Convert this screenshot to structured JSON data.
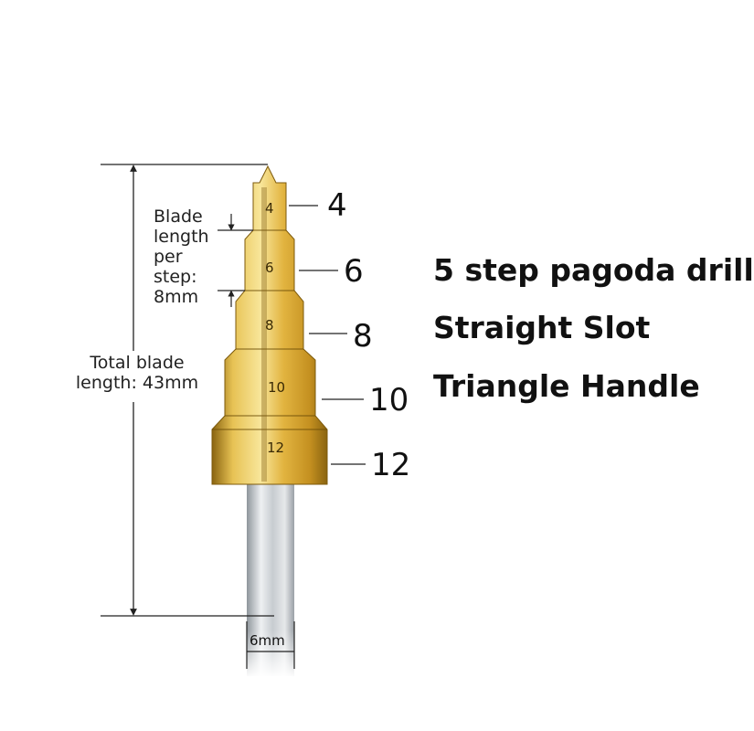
{
  "product": {
    "features": [
      "5 step pagoda drill",
      "Straight Slot",
      "Triangle Handle"
    ]
  },
  "steps": [
    {
      "size": "4",
      "engraving": "4"
    },
    {
      "size": "6",
      "engraving": "6"
    },
    {
      "size": "8",
      "engraving": "8"
    },
    {
      "size": "10",
      "engraving": "10"
    },
    {
      "size": "12",
      "engraving": "12"
    }
  ],
  "dimensions": {
    "total_blade_length_lines": [
      "Total blade",
      "length: 43mm"
    ],
    "blade_length_per_step_lines": [
      "Blade",
      "length",
      "per",
      "step:",
      "8mm"
    ],
    "shank_diameter": "6mm"
  },
  "colors": {
    "gold_light": "#f6e08a",
    "gold_mid": "#d9a92c",
    "gold_dark": "#8a6410",
    "shank": "#c9cdd1",
    "line": "#222222"
  }
}
